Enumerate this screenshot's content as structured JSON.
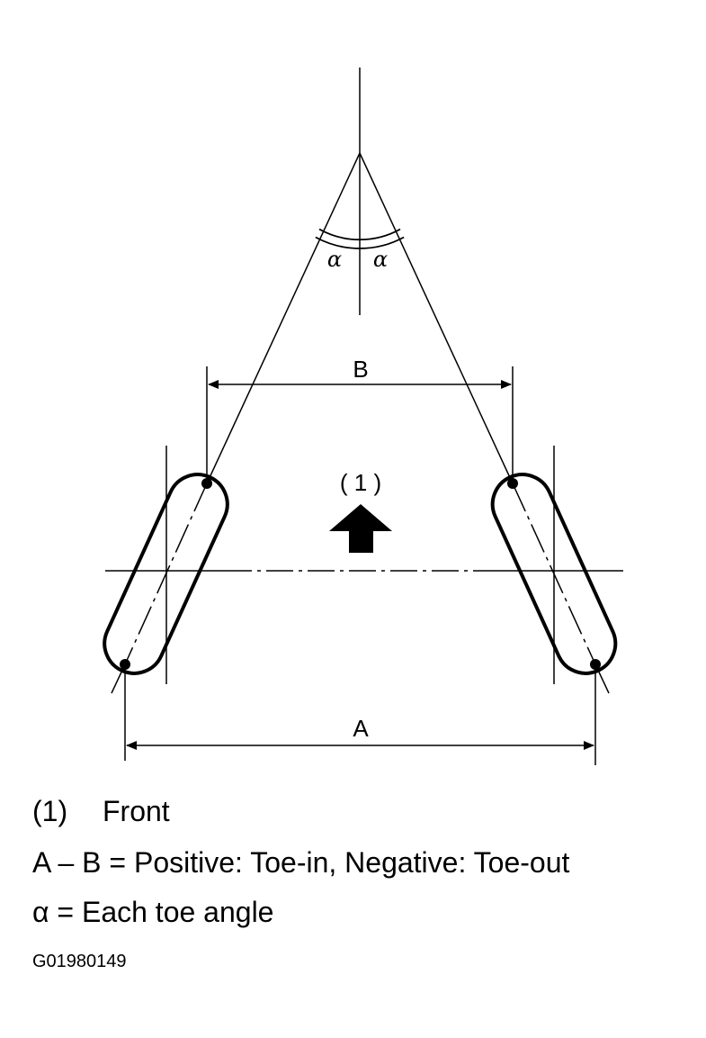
{
  "diagram": {
    "labels": {
      "top_distance": "B",
      "bottom_distance": "A",
      "front_callout": "( 1 )",
      "alpha_left": "α",
      "alpha_right": "α"
    }
  },
  "legend": {
    "front_number": "(1)",
    "front_text": "Front",
    "difference": "A – B = Positive: Toe-in, Negative: Toe-out",
    "alpha": "α = Each toe angle"
  },
  "figure_id": "G01980149",
  "colors": {
    "ink": "#000000",
    "background": "#ffffff"
  }
}
